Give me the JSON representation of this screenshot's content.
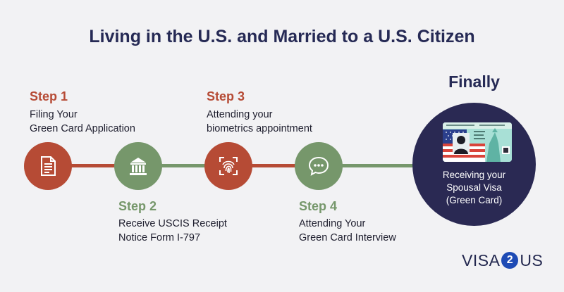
{
  "title": "Living in the U.S. and Married to a U.S. Citizen",
  "colors": {
    "red": "#b64b35",
    "green": "#76976b",
    "navy": "#2a2953"
  },
  "steps": [
    {
      "label": "Step 1",
      "line1": "Filing Your",
      "line2": "Green Card Application",
      "icon": "document-icon"
    },
    {
      "label": "Step 2",
      "line1": "Receive USCIS Receipt",
      "line2": "Notice Form I-797",
      "icon": "bank-icon"
    },
    {
      "label": "Step 3",
      "line1": "Attending your",
      "line2": "biometrics appointment",
      "icon": "fingerprint-icon"
    },
    {
      "label": "Step 4",
      "line1": "Attending Your",
      "line2": "Green Card Interview",
      "icon": "chat-bubble-icon"
    }
  ],
  "final": {
    "title": "Finally",
    "line1": "Receiving your",
    "line2": "Spousal Visa",
    "line3": "(Green Card)",
    "image": "green-card-image"
  },
  "logo": {
    "left": "VISA",
    "middle": "2",
    "right": "US"
  }
}
